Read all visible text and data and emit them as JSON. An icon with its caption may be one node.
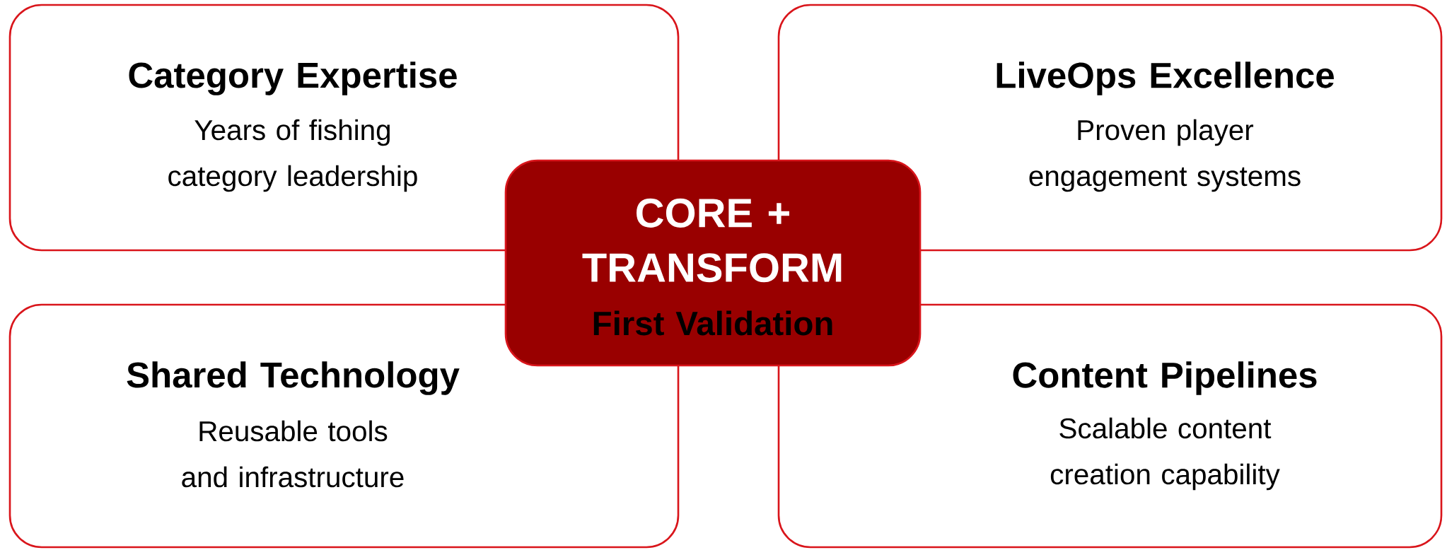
{
  "diagram": {
    "nodes": [
      {
        "text": [
          "Category Expertise",
          "Years of fishing category leadership"
        ]
      },
      {
        "text": [
          "LiveOps Excellence",
          "Proven player engagement systems"
        ]
      },
      {
        "text": [
          "Shared Technology",
          "Reusable tools and infrastructure"
        ]
      },
      {
        "text": [
          "Content Pipelines",
          "Scalable content creation capability"
        ]
      },
      {
        "text": [
          "CORE + TRANSFORM",
          "First Validation"
        ]
      }
    ]
  }
}
